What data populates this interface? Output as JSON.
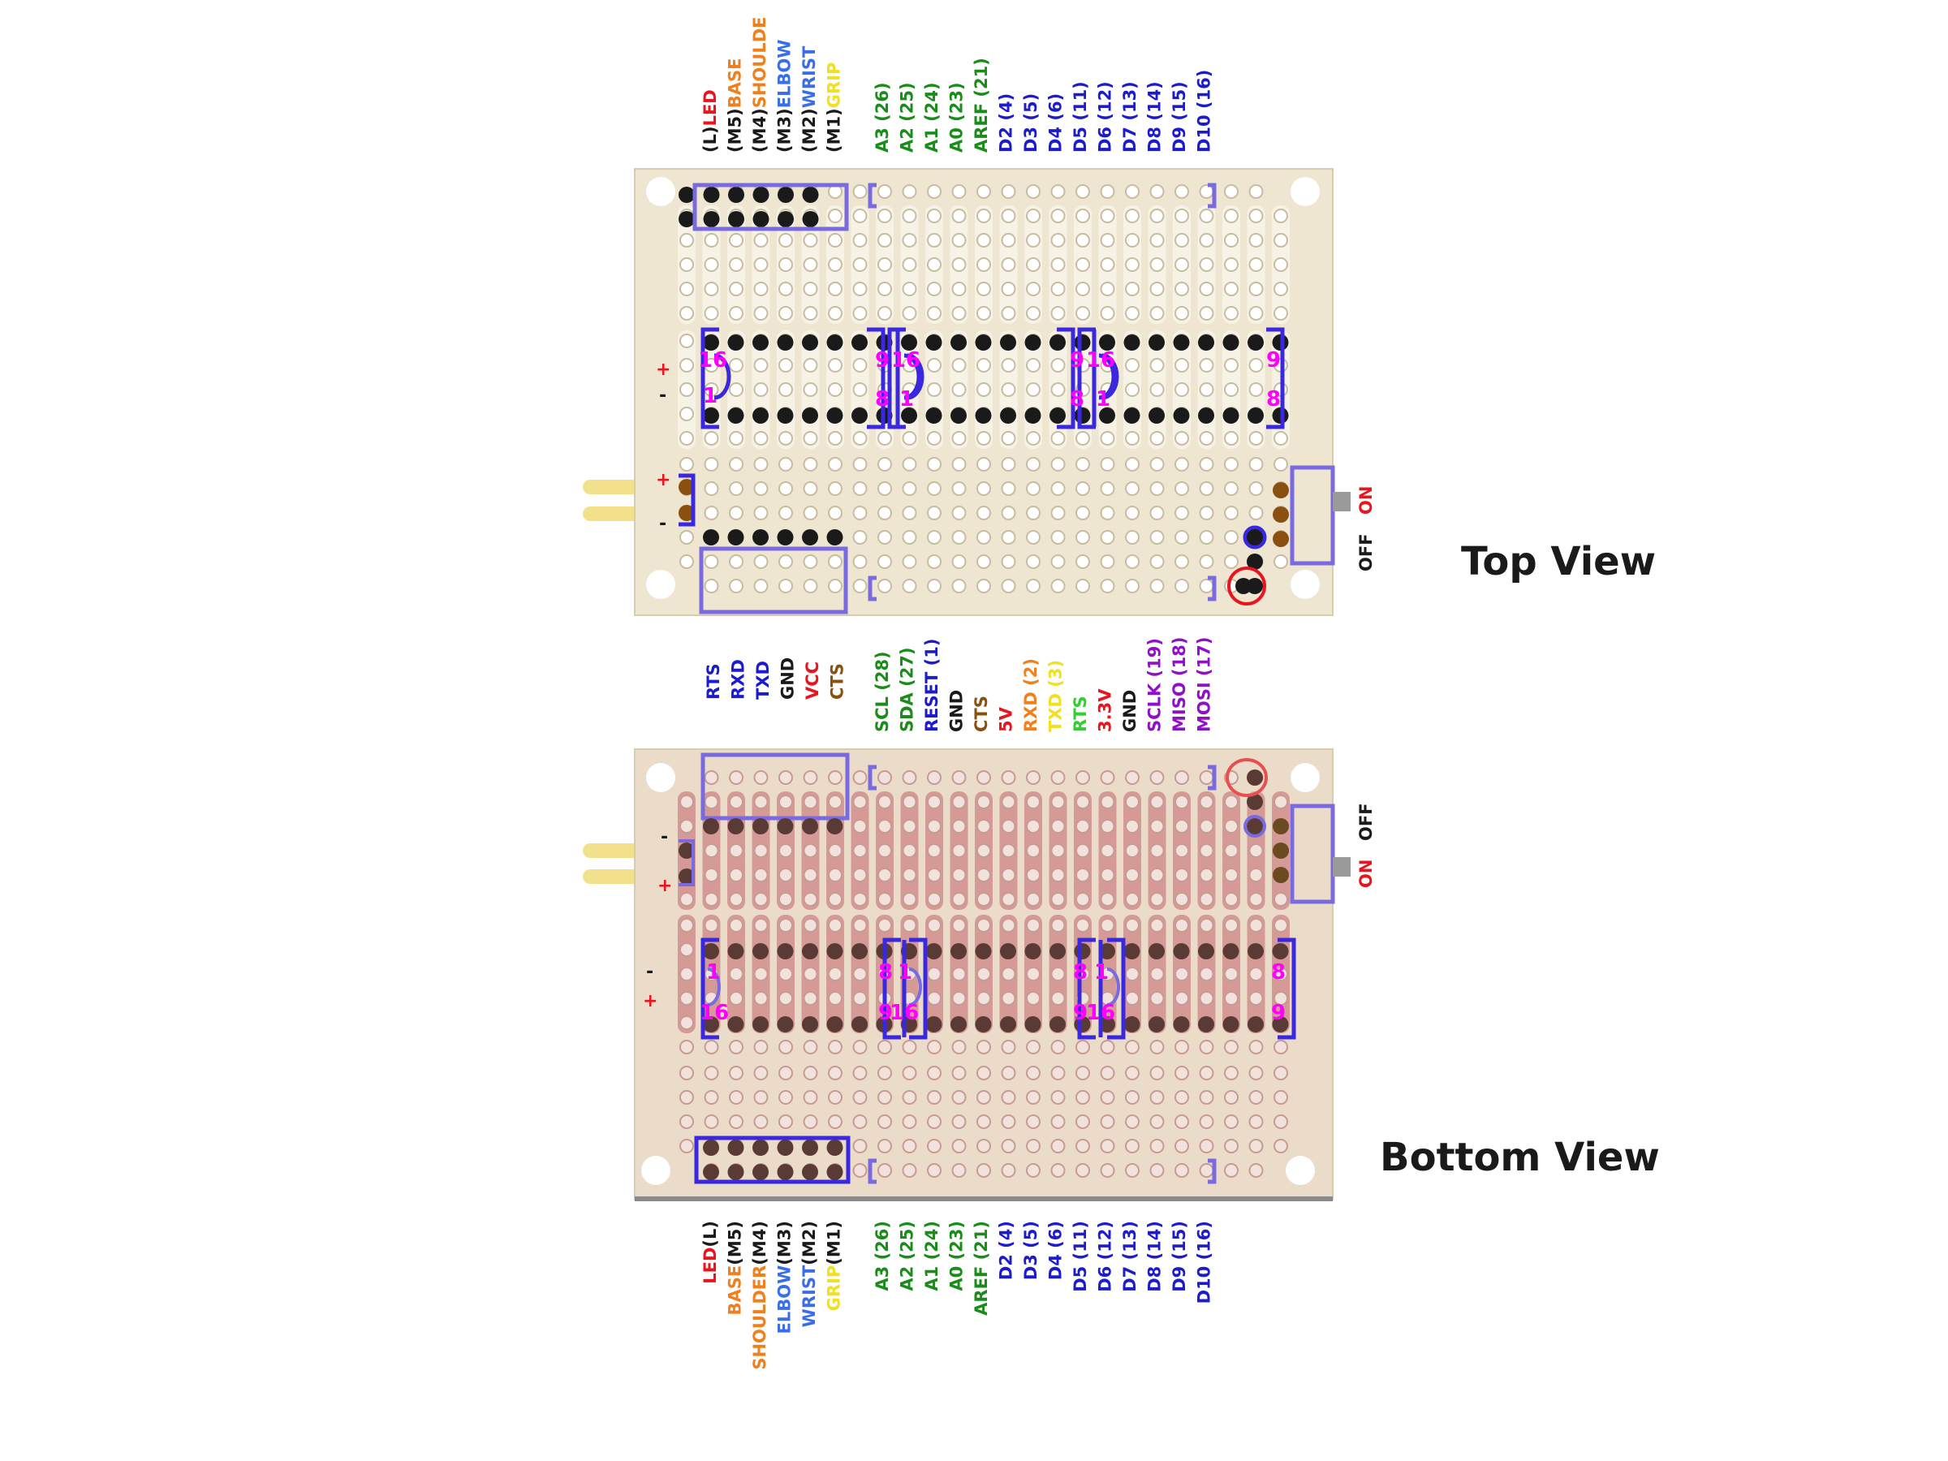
{
  "titles": {
    "top": "Top View",
    "bottom": "Bottom View"
  },
  "switch_labels": {
    "on": "ON",
    "off": "OFF"
  },
  "rail_signs": {
    "plus": "+",
    "minus": "-"
  },
  "chip_pins": {
    "one": "1",
    "eight": "8",
    "nine": "9",
    "sixteen": "16"
  },
  "colors": {
    "red": "#e8141e",
    "orange": "#f0801e",
    "black": "#1a1a1a",
    "blue": "#1c1ccc",
    "lightblue": "#3a6ee8",
    "yellow": "#f0e020",
    "green": "#1a8c1a",
    "magenta": "#d020d0",
    "purple": "#9010c8",
    "lime": "#30d030",
    "brown": "#8a5010",
    "board_top": "#eee6d0",
    "board_bottom": "#eadcc8",
    "outline": "#3a28e0",
    "outline_light": "#7a6ae0"
  },
  "top_header_labels": [
    {
      "parts": [
        {
          "t": "(L)",
          "c": "black"
        },
        {
          "t": "LED",
          "c": "red"
        }
      ]
    },
    {
      "parts": [
        {
          "t": "(M5)",
          "c": "black"
        },
        {
          "t": "BASE",
          "c": "orange"
        }
      ]
    },
    {
      "parts": [
        {
          "t": "(M4)",
          "c": "black"
        },
        {
          "t": "SHOULDE",
          "c": "orange"
        }
      ]
    },
    {
      "parts": [
        {
          "t": "(M3)",
          "c": "black"
        },
        {
          "t": "ELBOW",
          "c": "lightblue"
        }
      ]
    },
    {
      "parts": [
        {
          "t": "(M2)",
          "c": "black"
        },
        {
          "t": "WRIST",
          "c": "lightblue"
        }
      ]
    },
    {
      "parts": [
        {
          "t": "(M1)",
          "c": "black"
        },
        {
          "t": "GRIP",
          "c": "yellow"
        }
      ]
    }
  ],
  "analog_digital_labels": [
    {
      "t": "A3 (26)",
      "c": "green"
    },
    {
      "t": "A2 (25)",
      "c": "green"
    },
    {
      "t": "A1 (24)",
      "c": "green"
    },
    {
      "t": "A0 (23)",
      "c": "green"
    },
    {
      "t": "AREF (21)",
      "c": "green"
    },
    {
      "t": "D2 (4)",
      "c": "blue"
    },
    {
      "t": "D3 (5)",
      "c": "blue"
    },
    {
      "t": "D4 (6)",
      "c": "blue"
    },
    {
      "t": "D5 (11)",
      "c": "blue"
    },
    {
      "t": "D6 (12)",
      "c": "blue"
    },
    {
      "t": "D7 (13)",
      "c": "blue"
    },
    {
      "t": "D8 (14)",
      "c": "blue"
    },
    {
      "t": "D9 (15)",
      "c": "blue"
    },
    {
      "t": "D10 (16)",
      "c": "blue"
    }
  ],
  "ftdi_labels": [
    {
      "t": "RTS",
      "c": "blue"
    },
    {
      "t": "RXD",
      "c": "blue"
    },
    {
      "t": "TXD",
      "c": "blue"
    },
    {
      "t": "GND",
      "c": "black"
    },
    {
      "t": "VCC",
      "c": "red"
    },
    {
      "t": "CTS",
      "c": "brown"
    }
  ],
  "icsp_labels": [
    {
      "t": "SCL (28)",
      "c": "green"
    },
    {
      "t": "SDA (27)",
      "c": "green"
    },
    {
      "t": "RESET (1)",
      "c": "blue"
    },
    {
      "t": "GND",
      "c": "black"
    },
    {
      "t": "CTS",
      "c": "brown"
    },
    {
      "t": "5V",
      "c": "red"
    },
    {
      "t": "RXD (2)",
      "c": "orange"
    },
    {
      "t": "TXD (3)",
      "c": "yellow"
    },
    {
      "t": "RTS",
      "c": "lime"
    },
    {
      "t": "3.3V",
      "c": "red"
    },
    {
      "t": "GND",
      "c": "black"
    },
    {
      "t": "SCLK (19)",
      "c": "purple"
    },
    {
      "t": "MISO (18)",
      "c": "purple"
    },
    {
      "t": "MOSI (17)",
      "c": "purple"
    }
  ],
  "bottom_header_labels": [
    {
      "parts": [
        {
          "t": "LED",
          "c": "red"
        },
        {
          "t": "(L)",
          "c": "black"
        }
      ]
    },
    {
      "parts": [
        {
          "t": "BASE",
          "c": "orange"
        },
        {
          "t": "(M5)",
          "c": "black"
        }
      ]
    },
    {
      "parts": [
        {
          "t": "SHOULDER",
          "c": "orange"
        },
        {
          "t": "(M4)",
          "c": "black"
        }
      ]
    },
    {
      "parts": [
        {
          "t": "ELBOW",
          "c": "lightblue"
        },
        {
          "t": "(M3)",
          "c": "black"
        }
      ]
    },
    {
      "parts": [
        {
          "t": "WRIST",
          "c": "lightblue"
        },
        {
          "t": "(M2)",
          "c": "black"
        }
      ]
    },
    {
      "parts": [
        {
          "t": "GRIP",
          "c": "yellow"
        },
        {
          "t": "(M1)",
          "c": "black"
        }
      ]
    }
  ]
}
